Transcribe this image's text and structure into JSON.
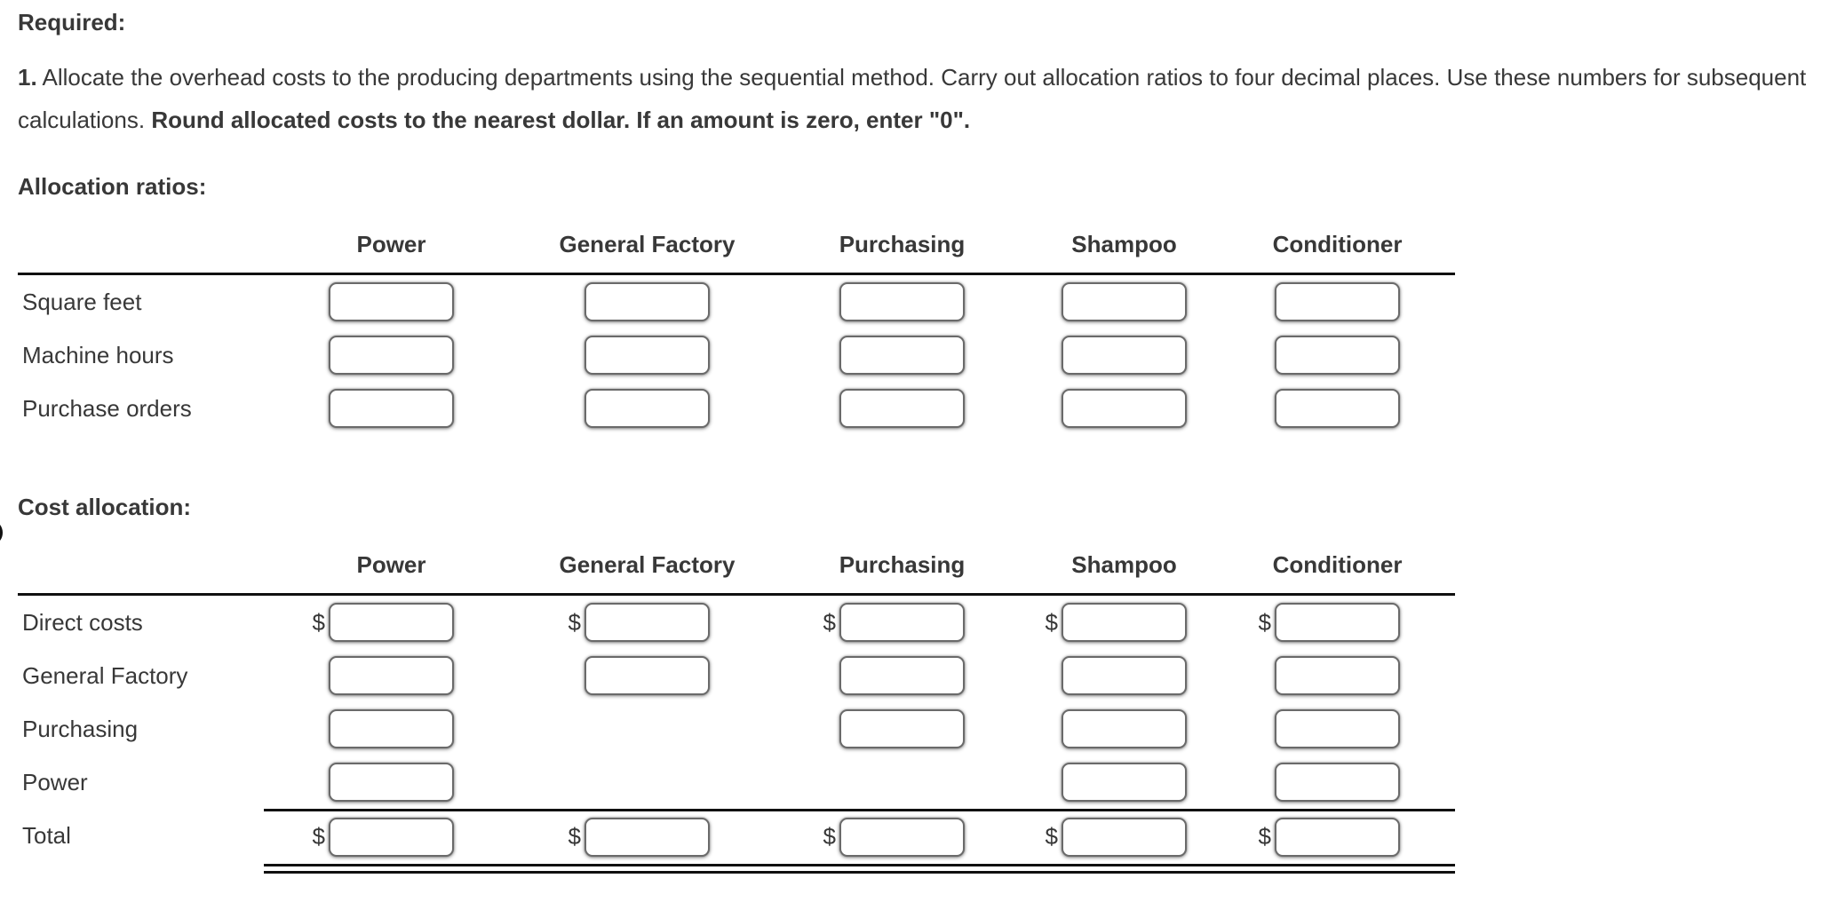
{
  "currency_symbol": "$",
  "required": {
    "heading": "Required:",
    "step_number": "1.",
    "instruction_regular": "Allocate the overhead costs to the producing departments using the sequential method. Carry out allocation ratios to four decimal places. Use these numbers for subsequent calculations.",
    "instruction_bold": "Round allocated costs to the nearest dollar. If an amount is zero, enter \"0\"."
  },
  "allocation_ratios": {
    "heading": "Allocation ratios:",
    "columns": [
      "Power",
      "General Factory",
      "Purchasing",
      "Shampoo",
      "Conditioner"
    ],
    "rows": [
      {
        "label": "Square feet",
        "inputs": [
          "power",
          "general-factory",
          "purchasing",
          "shampoo",
          "conditioner"
        ],
        "values": [
          "",
          "",
          "",
          "",
          ""
        ]
      },
      {
        "label": "Machine hours",
        "inputs": [
          "power",
          "general-factory",
          "purchasing",
          "shampoo",
          "conditioner"
        ],
        "values": [
          "",
          "",
          "",
          "",
          ""
        ]
      },
      {
        "label": "Purchase orders",
        "inputs": [
          "power",
          "general-factory",
          "purchasing",
          "shampoo",
          "conditioner"
        ],
        "values": [
          "",
          "",
          "",
          "",
          ""
        ]
      }
    ]
  },
  "cost_allocation": {
    "heading": "Cost allocation:",
    "columns": [
      "Power",
      "General Factory",
      "Purchasing",
      "Shampoo",
      "Conditioner"
    ],
    "rows": [
      {
        "label": "Direct costs",
        "dollar_prefix": true,
        "is_total_row": false,
        "inputs": [
          "power",
          "general-factory",
          "purchasing",
          "shampoo",
          "conditioner"
        ],
        "values": [
          "",
          "",
          "",
          "",
          ""
        ]
      },
      {
        "label": "General Factory",
        "dollar_prefix": false,
        "is_total_row": false,
        "inputs": [
          "power",
          "general-factory",
          "purchasing",
          "shampoo",
          "conditioner"
        ],
        "values": [
          "",
          "",
          "",
          "",
          ""
        ]
      },
      {
        "label": "Purchasing",
        "dollar_prefix": false,
        "is_total_row": false,
        "inputs": [
          "power",
          "purchasing",
          "shampoo",
          "conditioner"
        ],
        "values": [
          "",
          "",
          "",
          ""
        ]
      },
      {
        "label": "Power",
        "dollar_prefix": false,
        "is_total_row": false,
        "inputs": [
          "power",
          "shampoo",
          "conditioner"
        ],
        "values": [
          "",
          "",
          ""
        ]
      },
      {
        "label": "Total",
        "dollar_prefix": true,
        "is_total_row": true,
        "inputs": [
          "power",
          "general-factory",
          "purchasing",
          "shampoo",
          "conditioner"
        ],
        "values": [
          "",
          "",
          "",
          "",
          ""
        ]
      }
    ]
  }
}
